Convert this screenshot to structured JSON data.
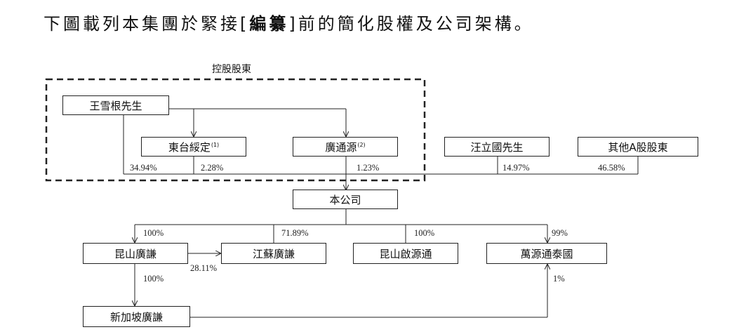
{
  "heading": {
    "prefix": "下圖載列本集團於緊接[",
    "bold": "編纂",
    "suffix": "]前的簡化股權及公司架構。"
  },
  "group_label": "控股股東",
  "entities": {
    "wang": "王雪根先生",
    "dongtai": "東台綏定",
    "dongtai_note": "(1)",
    "guangtong": "廣通源",
    "guangtong_note": "(2)",
    "wangli": "汪立國先生",
    "others": "其他A股股東",
    "company": "本公司",
    "kunshan": "昆山廣謙",
    "jiangsu": "江蘇廣謙",
    "kunshan_qi": "昆山啟源通",
    "wanyuan": "萬源通泰國",
    "singapore": "新加坡廣謙"
  },
  "percentages": {
    "wang_to_company": "34.94%",
    "dongtai_to_company": "2.28%",
    "guangtong_to_company": "1.23%",
    "wangli_to_company": "14.97%",
    "others_to_company": "46.58%",
    "company_to_kunshan": "100%",
    "company_to_jiangsu": "71.89%",
    "company_to_kunshan_qi": "100%",
    "company_to_wanyuan": "99%",
    "kunshan_to_jiangsu": "28.11%",
    "kunshan_to_singapore": "100%",
    "singapore_to_wanyuan": "1%"
  }
}
